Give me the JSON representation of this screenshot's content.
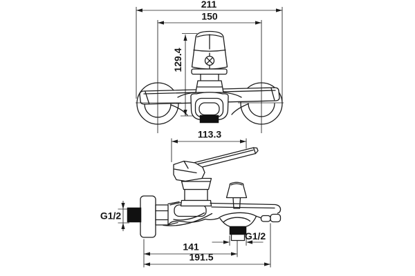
{
  "drawing": {
    "subject": "wall-mounted bath shower mixer faucet, dimensioned two-view technical drawing",
    "units": "mm",
    "colors": {
      "line": "#1c1c1c",
      "filled_parts": "#111111",
      "background": "#ffffff"
    },
    "icons": {
      "screw": "screw-head-icon"
    },
    "front_view": {
      "dimensions": {
        "overall_width": "211",
        "mount_hole_spacing": "150",
        "body_height": "129.4"
      }
    },
    "side_view": {
      "dimensions": {
        "handle_depth": "113.3",
        "inlet_thread": "G1/2",
        "shower_outlet_thread": "G1/2",
        "outlet_center_depth": "141",
        "overall_depth": "191.5"
      }
    }
  }
}
